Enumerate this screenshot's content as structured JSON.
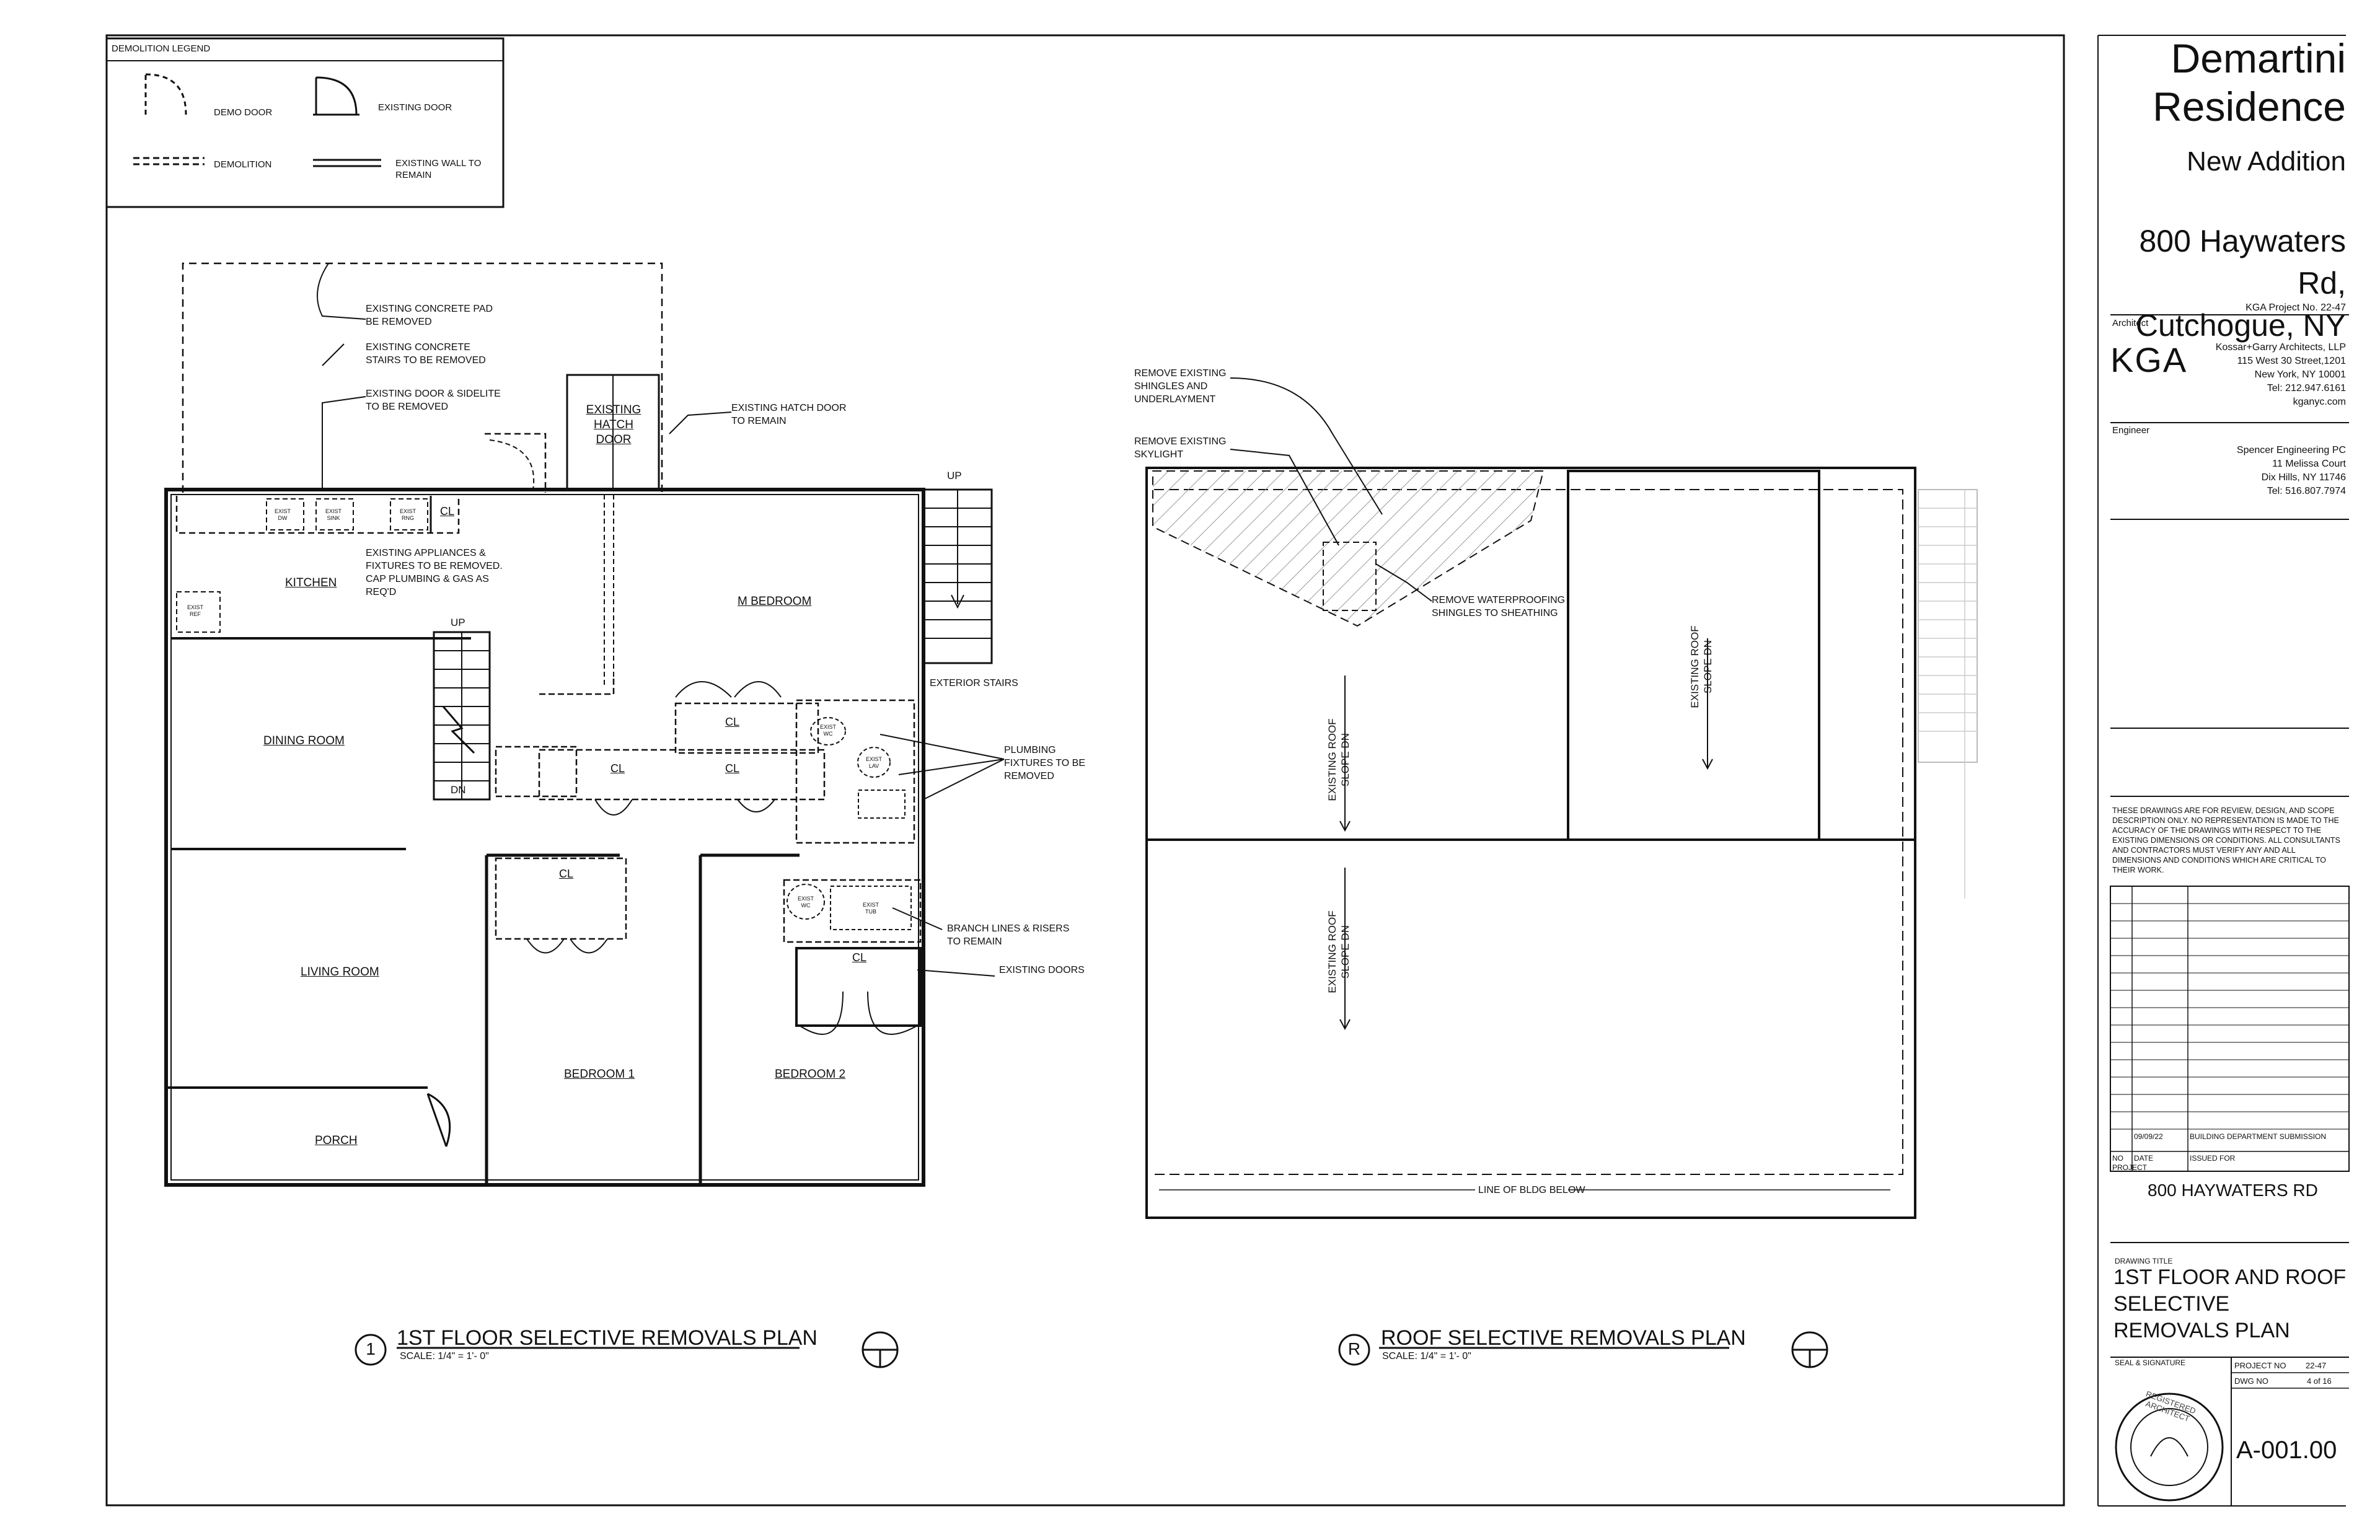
{
  "title_block": {
    "project_name_line1": "Demartini",
    "project_name_line2": "Residence",
    "project_subtitle": "New Addition",
    "address_line1": "800 Haywaters Rd,",
    "address_line2": "Cutchogue, NY",
    "project_number_label": "KGA Project No. 22-47",
    "architect_label": "Architect",
    "architect_logo": "KGA",
    "architect_lines": [
      "Kossar+Garry Architects, LLP",
      "115 West 30 Street,1201",
      "New York, NY  10001",
      "Tel: 212.947.6161",
      "kganyc.com"
    ],
    "engineer_label": "Engineer",
    "engineer_lines": [
      "Spencer Engineering PC",
      "11 Melissa Court",
      "Dix Hills, NY  11746",
      "Tel: 516.807.7974"
    ],
    "disclaimer": "THESE DRAWINGS ARE FOR REVIEW, DESIGN, AND SCOPE DESCRIPTION ONLY.  NO REPRESENTATION IS MADE TO THE ACCURACY OF THE DRAWINGS WITH RESPECT TO THE EXISTING DIMENSIONS OR CONDITIONS.  ALL CONSULTANTS AND CONTRACTORS MUST VERIFY ANY AND ALL DIMENSIONS AND CONDITIONS WHICH ARE CRITICAL TO THEIR WORK.",
    "issue_row": {
      "date": "09/09/22",
      "issued_for": "BUILDING DEPARTMENT SUBMISSION"
    },
    "issue_headers": {
      "no": "NO",
      "date": "DATE",
      "issued_for": "ISSUED FOR"
    },
    "project_label": "PROJECT",
    "project_value": "800 HAYWATERS RD",
    "drawing_title_label": "DRAWING TITLE",
    "drawing_title_lines": [
      "1ST FLOOR AND ROOF",
      "SELECTIVE",
      "REMOVALS PLAN"
    ],
    "seal_label": "SEAL & SIGNATURE",
    "project_no_label": "PROJECT NO",
    "project_no_value": "22-47",
    "dwg_no_label": "DWG NO",
    "dwg_no_value": "4 of 16",
    "sheet_number": "A-001.00",
    "seal_text": "REGISTERED ARCHITECT"
  },
  "legend": {
    "title": "DEMOLITION LEGEND",
    "demo_door": "DEMO DOOR",
    "existing_door": "EXISTING DOOR",
    "demolition": "DEMOLITION",
    "existing_wall_line1": "EXISTING WALL TO",
    "existing_wall_line2": "REMAIN"
  },
  "floor_plan": {
    "marker": "1",
    "title": "1ST FLOOR SELECTIVE REMOVALS PLAN",
    "scale": "SCALE: 1/4\" = 1'- 0\"",
    "rooms": {
      "kitchen": "KITCHEN",
      "dining": "DINING ROOM",
      "living": "LIVING ROOM",
      "porch": "PORCH",
      "m_bedroom": "M BEDROOM",
      "bedroom1": "BEDROOM 1",
      "bedroom2": "BEDROOM 2",
      "hatch1": "EXISTING",
      "hatch2": "HATCH",
      "hatch3": "DOOR"
    },
    "cl": "CL",
    "up": "UP",
    "dn": "DN",
    "notes": {
      "pad": [
        "EXISTING CONCRETE PAD",
        "BE REMOVED"
      ],
      "stairs": [
        "EXISTING CONCRETE",
        "STAIRS TO BE REMOVED"
      ],
      "door_sidelite": [
        "EXISTING DOOR & SIDELITE",
        "TO BE REMOVED"
      ],
      "hatch": [
        "EXISTING HATCH DOOR",
        "TO REMAIN"
      ],
      "appliances": [
        "EXISTING APPLIANCES &",
        "FIXTURES TO BE REMOVED.",
        "CAP PLUMBING & GAS AS",
        "REQ'D"
      ],
      "exterior_stairs": "EXTERIOR STAIRS",
      "plumbing": [
        "PLUMBING",
        "FIXTURES TO BE",
        "REMOVED"
      ],
      "branch": [
        "BRANCH LINES & RISERS",
        "TO REMAIN"
      ],
      "existing_doors": "EXISTING DOORS"
    },
    "fixtures": {
      "dw": "EXIST DW",
      "sink": "EXIST SINK",
      "rng": "EXIST RNG",
      "ref": "EXIST REF",
      "wc": "EXIST WC",
      "lav": "EXIST LAV",
      "tub": "EXIST TUB"
    }
  },
  "roof_plan": {
    "marker": "R",
    "title": "ROOF SELECTIVE REMOVALS PLAN",
    "scale": "SCALE: 1/4\" = 1'- 0\"",
    "notes": {
      "shingles": [
        "REMOVE EXISTING",
        "SHINGLES AND",
        "UNDERLAYMENT"
      ],
      "skylight": [
        "REMOVE EXISTING",
        "SKYLIGHT"
      ],
      "waterproofing": [
        "REMOVE WATERPROOFING",
        "SHINGLES TO SHEATHING"
      ],
      "line_of_bldg": "LINE OF BLDG BELOW"
    },
    "slope1": [
      "EXISTING ROOF",
      "SLOPE DN"
    ],
    "slope2": [
      "EXISTING ROOF",
      "SLOPE DN"
    ],
    "slope3": [
      "EXISTING ROOF",
      "SLOPE DN"
    ]
  }
}
